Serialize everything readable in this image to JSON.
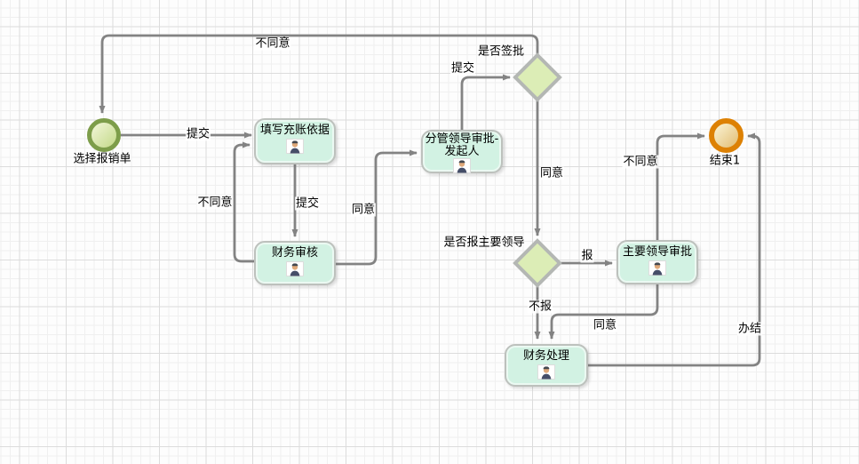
{
  "diagram": {
    "kind": "workflow-flowchart",
    "nodes": {
      "start": {
        "type": "start-event",
        "label": "选择报销单"
      },
      "fill_basis": {
        "type": "task",
        "label": "填写充账依据"
      },
      "finance_audit": {
        "type": "task",
        "label": "财务审核"
      },
      "branch_leader_approval": {
        "type": "task",
        "line1": "分管领导审批-",
        "line2": "发起人"
      },
      "sign_gateway": {
        "type": "gateway",
        "label": "是否签批"
      },
      "report_gateway": {
        "type": "gateway",
        "label": "是否报主要领导"
      },
      "main_leader_approval": {
        "type": "task",
        "label": "主要领导审批"
      },
      "finance_process": {
        "type": "task",
        "label": "财务处理"
      },
      "end": {
        "type": "end-event",
        "label": "结束1"
      }
    },
    "edges": {
      "e_start_fill": {
        "from": "start",
        "to": "fill_basis",
        "label": "提交"
      },
      "e_fill_audit": {
        "from": "fill_basis",
        "to": "finance_audit",
        "label": "提交"
      },
      "e_audit_fill": {
        "from": "finance_audit",
        "to": "fill_basis",
        "label": "不同意"
      },
      "e_audit_leader": {
        "from": "finance_audit",
        "to": "branch_leader_approval",
        "label": "同意"
      },
      "e_leader_sign": {
        "from": "branch_leader_approval",
        "to": "sign_gateway",
        "label": "提交"
      },
      "e_sign_start": {
        "from": "sign_gateway",
        "to": "start",
        "label": "不同意"
      },
      "e_sign_report": {
        "from": "sign_gateway",
        "to": "report_gateway",
        "label": "同意"
      },
      "e_report_main": {
        "from": "report_gateway",
        "to": "main_leader_approval",
        "label": "报"
      },
      "e_report_finance": {
        "from": "report_gateway",
        "to": "finance_process",
        "label": "不报"
      },
      "e_main_finance": {
        "from": "main_leader_approval",
        "to": "finance_process",
        "label": "同意"
      },
      "e_main_end": {
        "from": "main_leader_approval",
        "to": "end",
        "label": "不同意"
      },
      "e_finance_end": {
        "from": "finance_process",
        "to": "end",
        "label": "办结"
      }
    }
  },
  "colors": {
    "task_fill": "#d2f2e3",
    "task_border": "#bdc1bd",
    "gateway_fill": "#dcedb6",
    "gateway_border": "#b4b7b4",
    "start_border": "#7d9d4a",
    "start_fill": "#c5da8c",
    "end_border": "#dd8104",
    "end_fill": "#e2bf77",
    "edge": "#838383"
  }
}
